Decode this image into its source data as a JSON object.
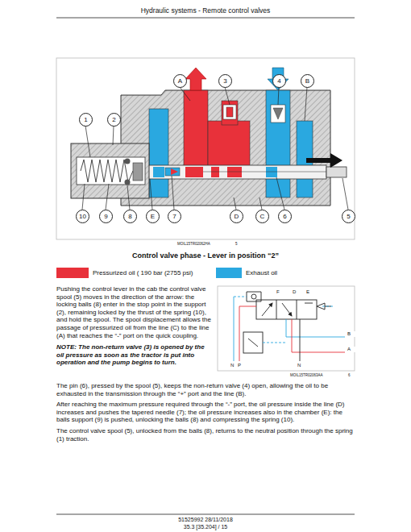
{
  "diagram": {
    "title": "Hydraulic systems - Remote control valves",
    "caption": "Control valve phase - Lever in position “2”",
    "labels": [
      "A",
      "3",
      "4",
      "B",
      "1",
      "2",
      "10",
      "9",
      "8",
      "E",
      "7",
      "D",
      "C",
      "6",
      "5",
      "MOIL15TR02062HA",
      "5",
      "Pushing the control lever in the cab the control valve spool (5) moves in the direction of the arrow: the locking balls (8) enter in the stop point in the support (2), remaining locked by the thrust of the spring (10), and hold the spool. The spool displacement allows the passage of pressurized oil from the line (C) to the line (A) that reaches the “-” port on the quick coupling.",
      "NOTE: The non-return valve (3) is opened by the oil pressure as soon as the tractor is put into operation and the pump begins to turn.",
      "F",
      "D",
      "E",
      "B",
      "A",
      "N",
      "P",
      "N",
      "MOIL15TR02063AA",
      "6",
      "The pin (6), pressed by the spool (5), keeps the non-return valve (4) open, allowing the oil to be exhausted in the transmission through the “+” port and the line (B).",
      "After reaching the maximum pressure required through the “-” port, the oil pressure inside the line (D) increases and pushes the tapered needle (7); the oil pressure increases also in the chamber (E): the balls support (9) is pushed, unlocking the balls (8) and compressing the spring (10).",
      "The control valve spool (5), unlocked from the balls (8), returns to the neutral position through the spring (1) traction.",
      "51525992 28/11/2018",
      "35.3 [35.204] / 15"
    ],
    "legend": [
      {
        "text": "Pressurized oil ( 190 bar (2755 psi)",
        "color": "#e8313a"
      },
      {
        "text": "Exhaust oil",
        "color": "#2aa8e0"
      }
    ]
  }
}
